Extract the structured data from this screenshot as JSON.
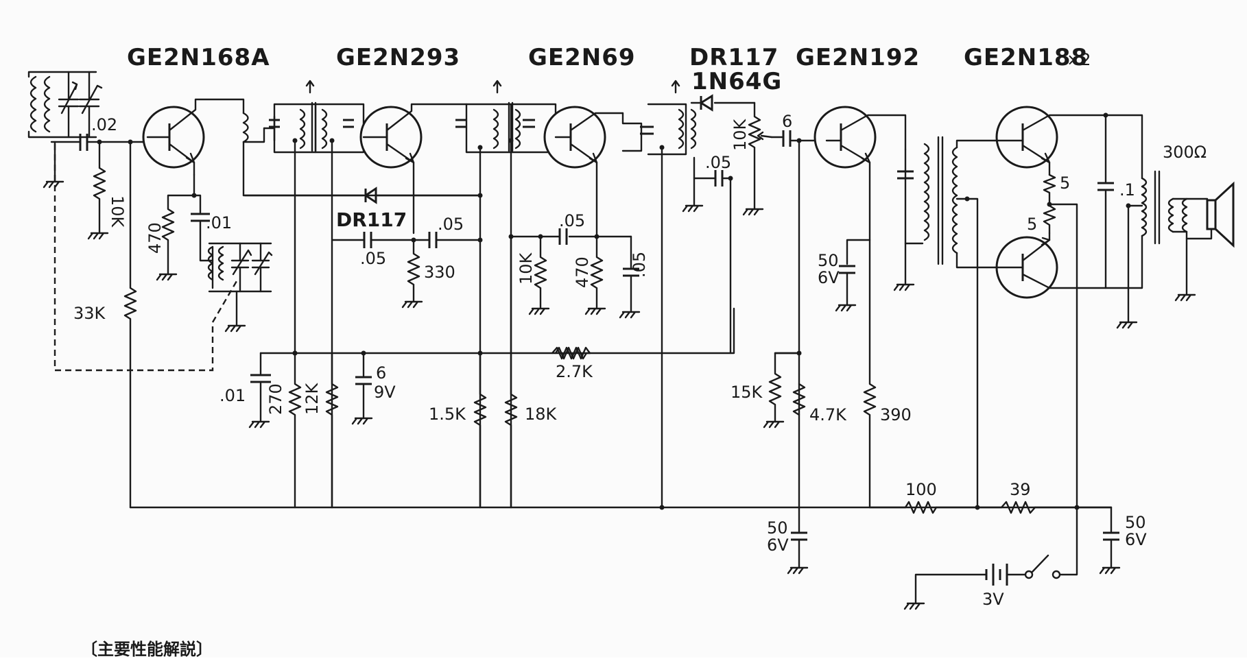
{
  "transistor_labels": {
    "q1": "GE2N168A",
    "q2": "GE2N293",
    "q3": "GE2N69",
    "q4": "DR117",
    "q4b": "1N64G",
    "q5": "GE2N192",
    "q6": "GE2N188",
    "q6_mult": "×2"
  },
  "values": {
    "c_02": ".02",
    "r_10k_a": "10K",
    "r_470_a": "470",
    "c_01_a": ".01",
    "r_33k": "33K",
    "dr117": "DR117",
    "c_05_a": ".05",
    "c_05_b": ".05",
    "r_330": "330",
    "c_05_c": ".05",
    "r_10k_b": "10K",
    "r_470_b": "470",
    "c_05_d": ".05",
    "c_05_e": ".05",
    "r_10k_c": "10K",
    "c_6": "6",
    "c_01_b": ".01",
    "r_270": "270",
    "r_12k": "12K",
    "c_6_9v_a": "6",
    "c_6_9v_b": "9V",
    "r_2_7k": "2.7K",
    "r_1_5k": "1.5K",
    "r_18k": "18K",
    "c_50_6v_a1": "50",
    "c_50_6v_a2": "6V",
    "r_15k": "15K",
    "r_4_7k": "4.7K",
    "r_390": "390",
    "r_5_a": "5",
    "r_5_b": "5",
    "c_1": ".1",
    "ohm_300": "300Ω",
    "r_100": "100",
    "r_39": "39",
    "c_50_6v_b1": "50",
    "c_50_6v_b2": "6V",
    "c_50_6v_c1": "50",
    "c_50_6v_c2": "6V",
    "batt": "3V"
  },
  "footer": {
    "section_title": "〔主要性能解説〕"
  }
}
